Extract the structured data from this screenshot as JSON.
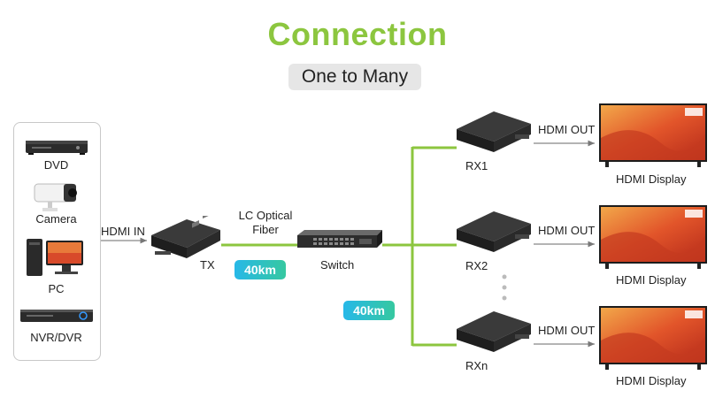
{
  "title": "Connection",
  "subtitle": "One to Many",
  "sources": [
    {
      "label": "DVD",
      "icon": "dvd-player-icon"
    },
    {
      "label": "Camera",
      "icon": "security-camera-icon"
    },
    {
      "label": "PC",
      "icon": "desktop-pc-icon"
    },
    {
      "label": "NVR/DVR",
      "icon": "nvr-recorder-icon"
    }
  ],
  "links": {
    "hdmi_in": "HDMI IN",
    "fiber_line1": "LC Optical",
    "fiber_line2": "Fiber",
    "distance_tx": "40km",
    "distance_rx": "40km"
  },
  "transmitter": {
    "label": "TX",
    "icon": "extender-transmitter-icon"
  },
  "switch": {
    "label": "Switch",
    "icon": "network-switch-icon"
  },
  "receivers": [
    {
      "label": "RX1",
      "output": "HDMI OUT",
      "display": "HDMI Display"
    },
    {
      "label": "RX2",
      "output": "HDMI OUT",
      "display": "HDMI Display"
    },
    {
      "label": "RXn",
      "output": "HDMI OUT",
      "display": "HDMI Display"
    }
  ],
  "colors": {
    "accent_green": "#8cc63f",
    "badge_start": "#27b8e8",
    "badge_end": "#36c8a0",
    "arrow_gray": "#777777"
  }
}
